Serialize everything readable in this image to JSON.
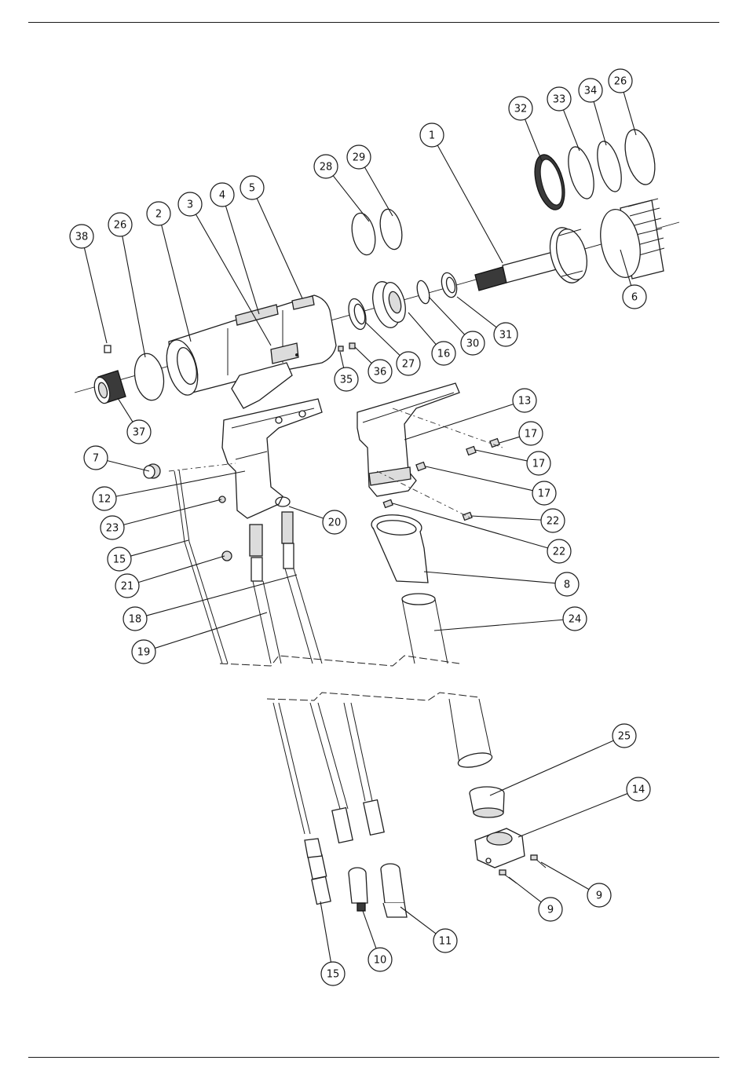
{
  "diagram": {
    "callouts": [
      {
        "label": "38"
      },
      {
        "label": "26"
      },
      {
        "label": "2"
      },
      {
        "label": "3"
      },
      {
        "label": "4"
      },
      {
        "label": "5"
      },
      {
        "label": "28"
      },
      {
        "label": "29"
      },
      {
        "label": "1"
      },
      {
        "label": "32"
      },
      {
        "label": "33"
      },
      {
        "label": "34"
      },
      {
        "label": "26"
      },
      {
        "label": "6"
      },
      {
        "label": "31"
      },
      {
        "label": "30"
      },
      {
        "label": "16"
      },
      {
        "label": "27"
      },
      {
        "label": "36"
      },
      {
        "label": "35"
      },
      {
        "label": "37"
      },
      {
        "label": "13"
      },
      {
        "label": "17"
      },
      {
        "label": "17"
      },
      {
        "label": "17"
      },
      {
        "label": "22"
      },
      {
        "label": "22"
      },
      {
        "label": "7"
      },
      {
        "label": "12"
      },
      {
        "label": "23"
      },
      {
        "label": "20"
      },
      {
        "label": "15"
      },
      {
        "label": "21"
      },
      {
        "label": "8"
      },
      {
        "label": "18"
      },
      {
        "label": "24"
      },
      {
        "label": "19"
      },
      {
        "label": "25"
      },
      {
        "label": "14"
      },
      {
        "label": "9"
      },
      {
        "label": "9"
      },
      {
        "label": "11"
      },
      {
        "label": "10"
      },
      {
        "label": "15"
      }
    ]
  },
  "colors": {
    "ink": "#1f1f1f",
    "fill_light": "#ffffff",
    "fill_grey": "#dcdcdc",
    "fill_dark": "#3a3a3a"
  }
}
